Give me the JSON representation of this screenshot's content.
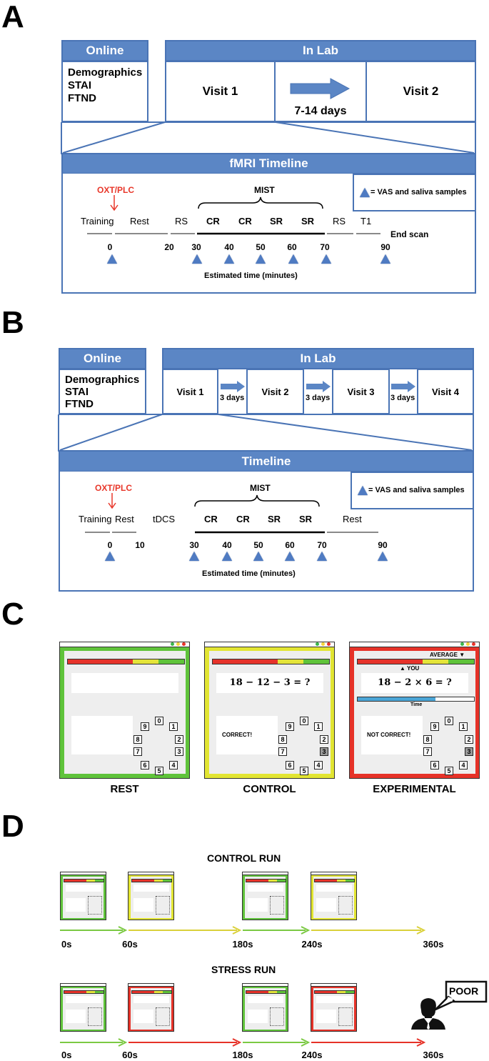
{
  "panelA": {
    "letter": "A",
    "online_header": "Online",
    "inlab_header": "In Lab",
    "online_items": [
      "Demographics",
      "STAI",
      "FTND"
    ],
    "visit1": "Visit 1",
    "interval": "7-14 days",
    "visit2": "Visit 2",
    "timeline_header": "fMRI Timeline",
    "drug": "OXT/PLC",
    "mist": "MIST",
    "legend": "= VAS and saliva samples",
    "phases": [
      "Training",
      "Rest",
      "RS",
      "CR",
      "CR",
      "SR",
      "SR",
      "RS",
      "T1"
    ],
    "end_label": "End scan",
    "times": [
      "0",
      "20",
      "30",
      "40",
      "50",
      "60",
      "70",
      "90"
    ],
    "axis_label": "Estimated time (minutes)"
  },
  "panelB": {
    "letter": "B",
    "online_header": "Online",
    "inlab_header": "In Lab",
    "online_items": [
      "Demographics",
      "STAI",
      "FTND"
    ],
    "visits": [
      "Visit 1",
      "Visit 2",
      "Visit 3",
      "Visit 4"
    ],
    "interval": "3 days",
    "timeline_header": "Timeline",
    "drug": "OXT/PLC",
    "mist": "MIST",
    "legend": "= VAS and saliva samples",
    "phases": [
      "Training",
      "Rest",
      "tDCS",
      "CR",
      "CR",
      "SR",
      "SR",
      "Rest"
    ],
    "times": [
      "0",
      "10",
      "30",
      "40",
      "50",
      "60",
      "70",
      "90"
    ],
    "axis_label": "Estimated time (minutes)"
  },
  "panelC": {
    "letter": "C",
    "rest_label": "REST",
    "control_label": "CONTROL",
    "experimental_label": "EXPERIMENTAL",
    "control_equation": "18 − 12 − 3 = ?",
    "experimental_equation": "18 − 2 × 6 = ?",
    "correct": "CORRECT!",
    "not_correct": "NOT CORRECT!",
    "average": "AVERAGE ▼",
    "you": "▲ YOU",
    "time": "Time",
    "digits": [
      "0",
      "1",
      "2",
      "3",
      "4",
      "5",
      "6",
      "7",
      "8",
      "9"
    ],
    "colors": {
      "rest": "#5fc33a",
      "control": "#e2e532",
      "experimental": "#e63228"
    }
  },
  "panelD": {
    "letter": "D",
    "control_run": "CONTROL RUN",
    "stress_run": "STRESS RUN",
    "ticks": [
      "0s",
      "60s",
      "180s",
      "240s",
      "360s"
    ],
    "speech": "POOR"
  }
}
